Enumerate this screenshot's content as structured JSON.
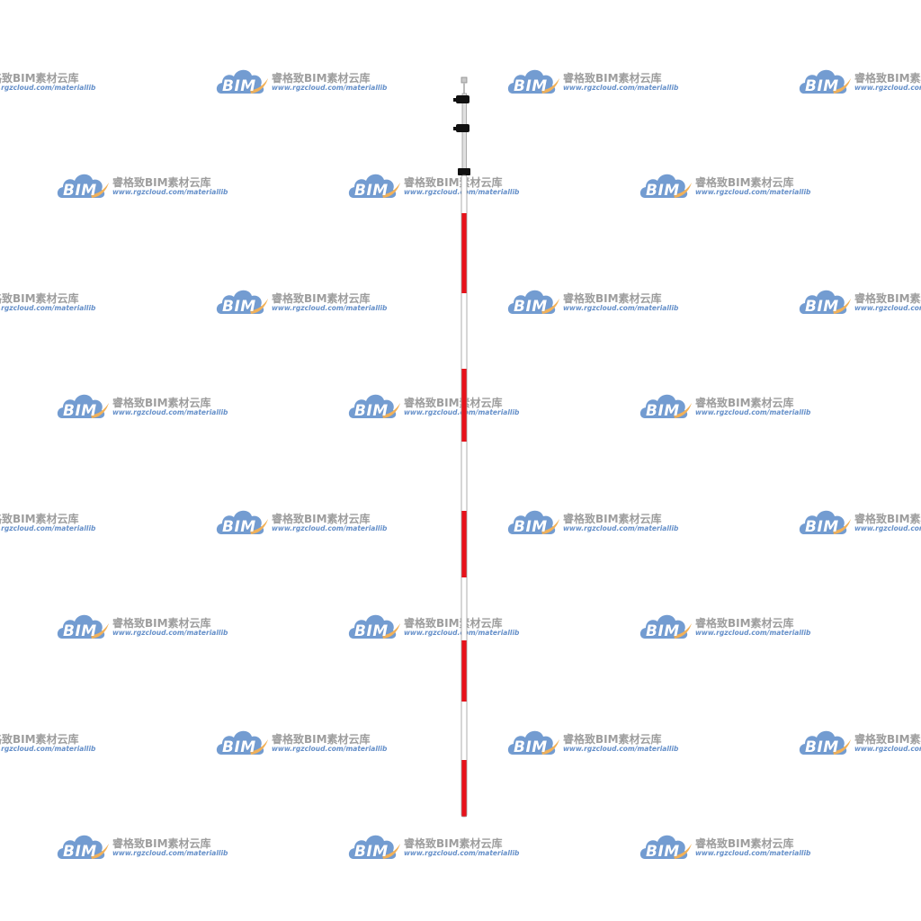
{
  "watermark": {
    "logo_text": "BIM",
    "title": "睿格致BIM素材云库",
    "url": "www.rgzcloud.com/materiallib",
    "cloud_color": "#5b8bc9",
    "swoosh_color": "#f0a43c",
    "title_color": "#8c8c8c",
    "url_color": "#4a7cc0"
  },
  "rod": {
    "stripe_colors": [
      "#e8111a",
      "#ffffff"
    ],
    "outline_color": "#9a9a9a",
    "clamp_color": "#111111",
    "tip_color": "#b0b0b0"
  }
}
